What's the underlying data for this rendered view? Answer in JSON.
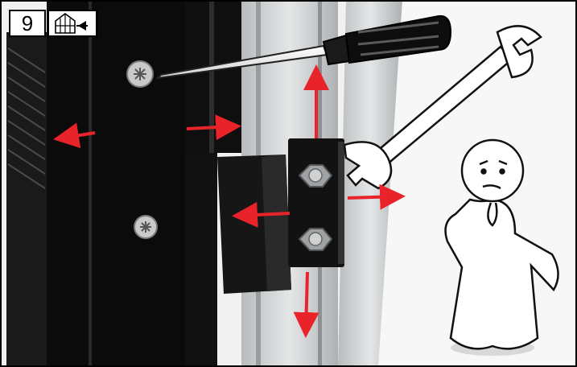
{
  "step": {
    "number": "9"
  },
  "icons": {
    "greenhouse": "greenhouse-with-arrow-icon",
    "screwdriver": "screwdriver-icon",
    "wrench": "open-end-wrench-icon",
    "character": "thinking-figure-icon"
  },
  "colors": {
    "arrow": "#e8232a",
    "frame": "#000000",
    "aluminium": "#c9cccd",
    "bracket": "#111111",
    "background": "#f2f2f2"
  },
  "arrows": [
    {
      "id": "left-panel-left",
      "direction": "left"
    },
    {
      "id": "upper-right",
      "direction": "right"
    },
    {
      "id": "screwdriver-up",
      "direction": "up"
    },
    {
      "id": "hinge-right",
      "direction": "right"
    },
    {
      "id": "hinge-left",
      "direction": "left"
    },
    {
      "id": "hinge-down",
      "direction": "down"
    }
  ]
}
